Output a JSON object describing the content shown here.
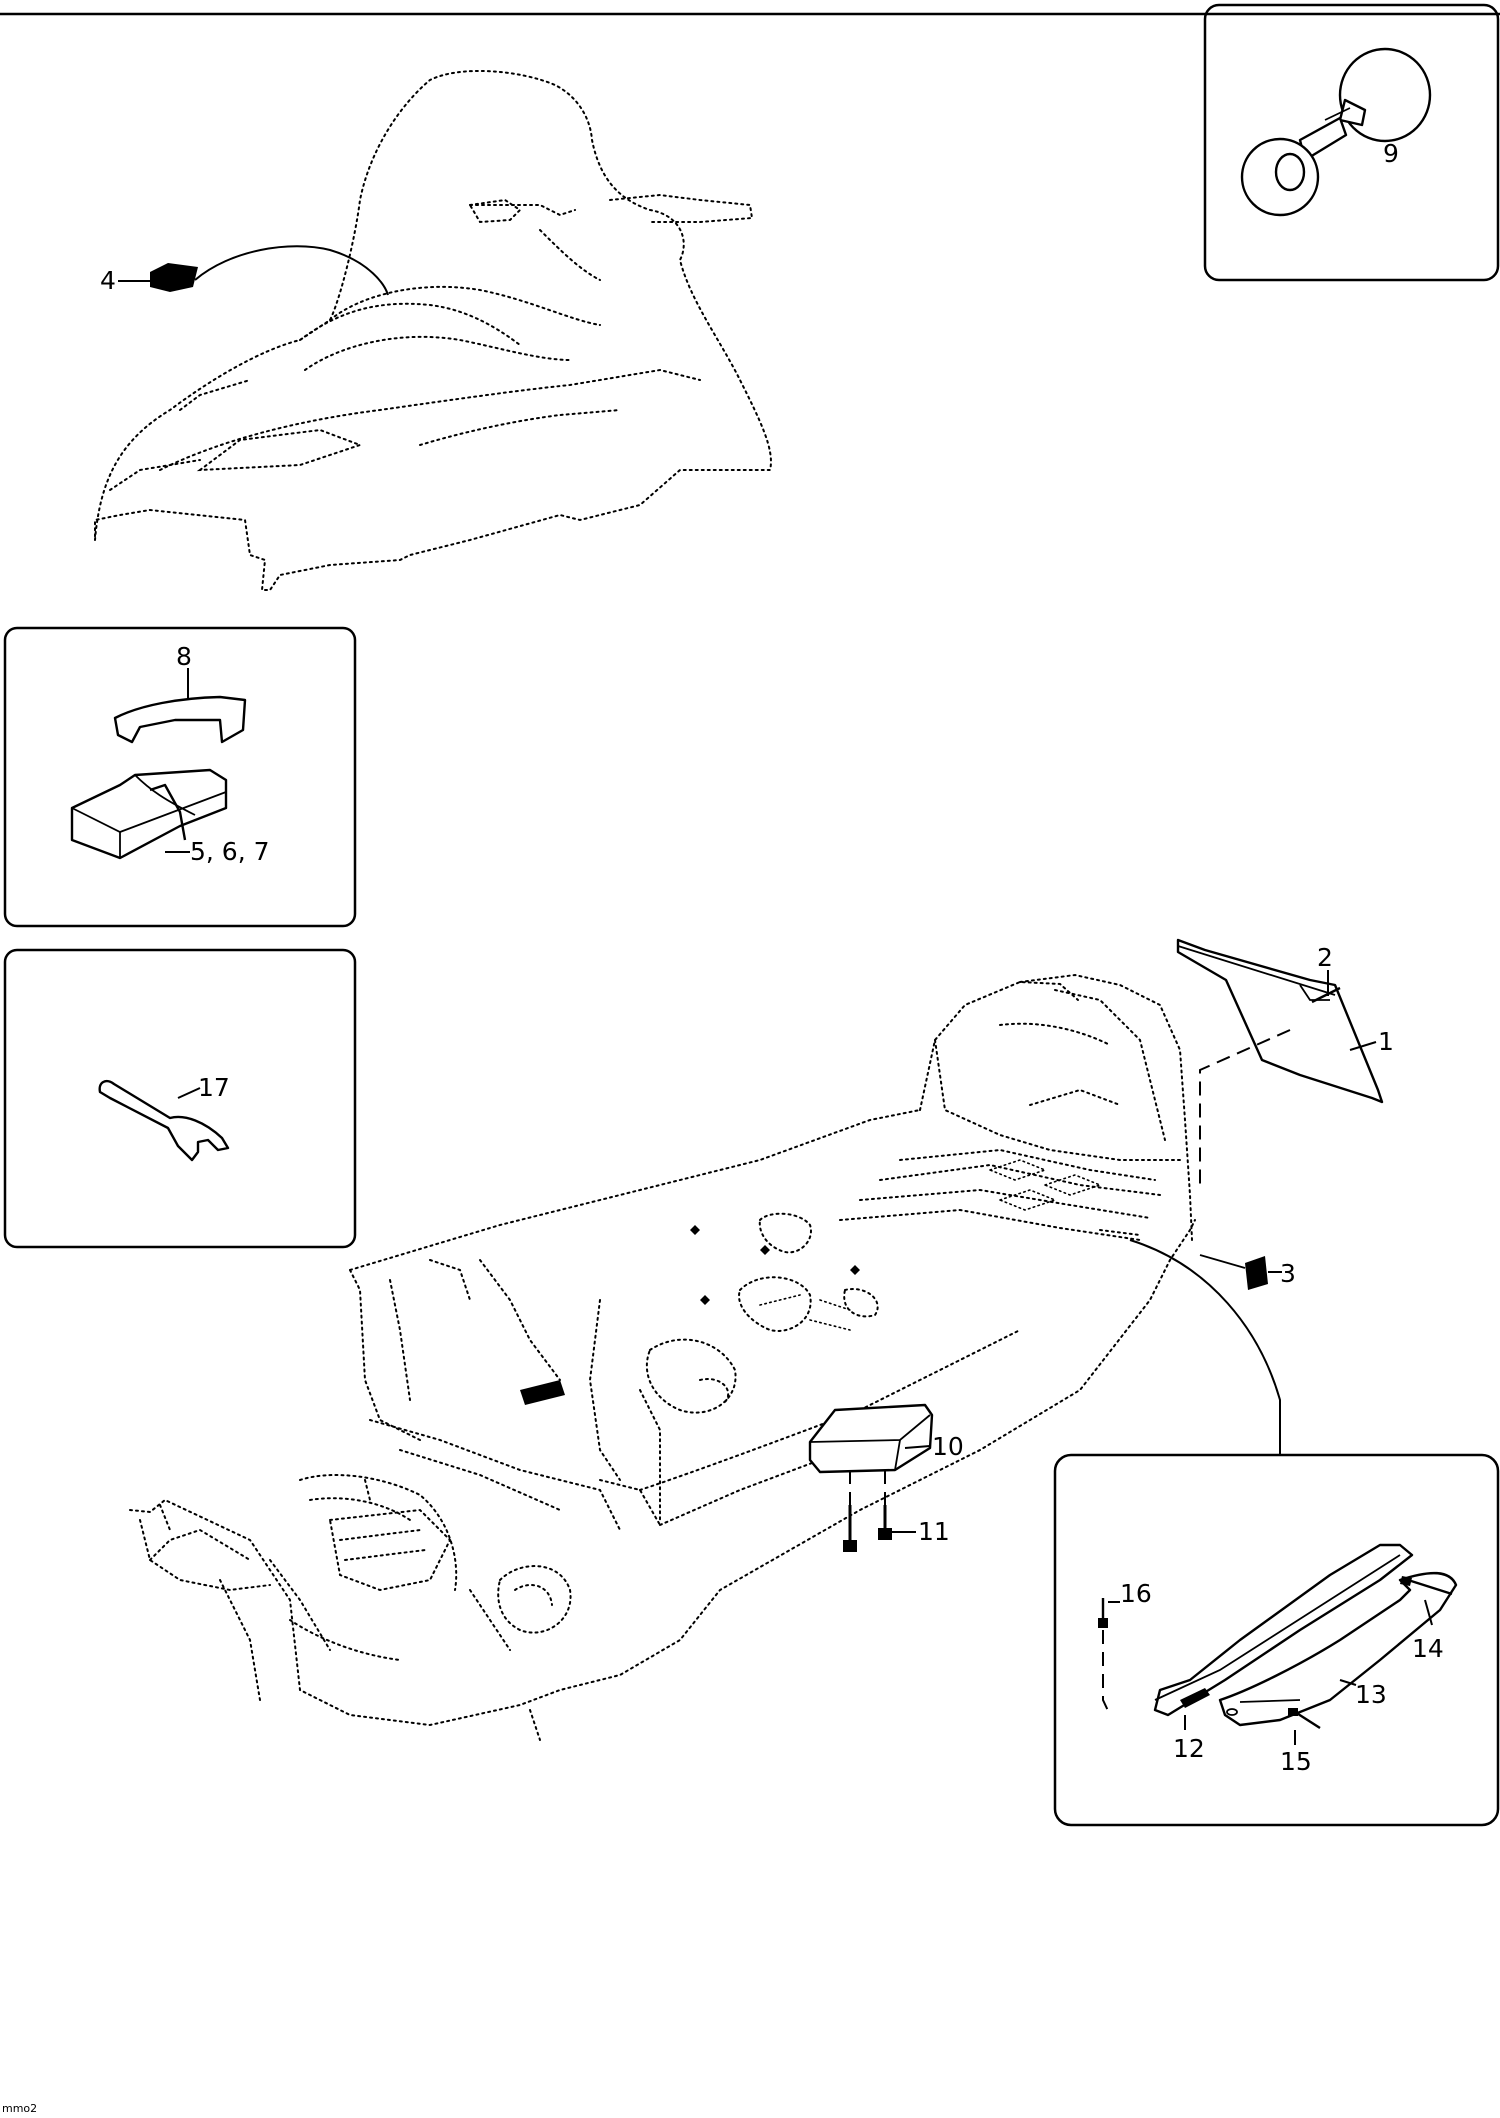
{
  "callouts": {
    "c1": "1",
    "c2": "2",
    "c3": "3",
    "c4": "4",
    "c567": "5, 6, 7",
    "c8": "8",
    "c9": "9",
    "c10": "10",
    "c11": "11",
    "c12": "12",
    "c13": "13",
    "c14": "14",
    "c15": "15",
    "c16": "16",
    "c17": "17"
  },
  "footer": {
    "code": "mmo2"
  }
}
